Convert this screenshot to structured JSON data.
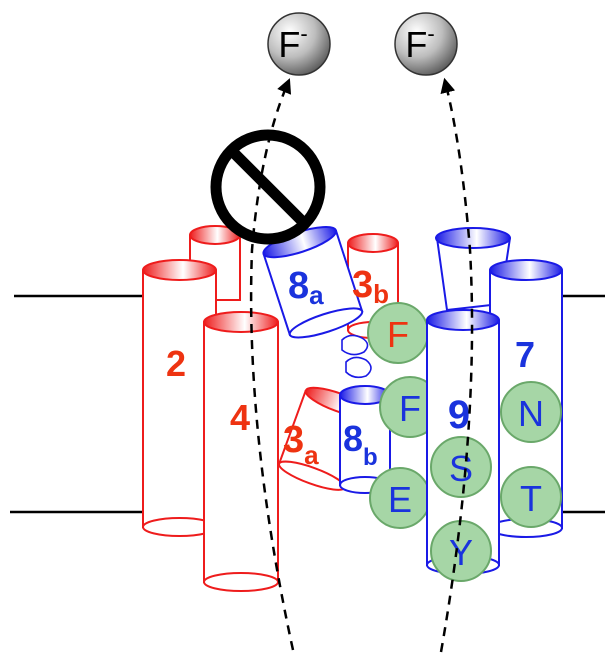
{
  "ions": {
    "left": "F",
    "right": "F",
    "charge": "-"
  },
  "helices": {
    "h2": "2",
    "h4": "4",
    "h3a": "3",
    "h3a_sub": "a",
    "h3b": "3",
    "h3b_sub": "b",
    "h8a": "8",
    "h8a_sub": "a",
    "h8b": "8",
    "h8b_sub": "b",
    "h7": "7",
    "h9": "9"
  },
  "residues": {
    "f_top": "F",
    "f_mid": "F",
    "n": "N",
    "s": "S",
    "e": "E",
    "t": "T",
    "y": "Y"
  },
  "colors": {
    "red_subunit": "#ee1c1c",
    "blue_subunit": "#1a1ae6",
    "residue_fill": "#a6d6a6",
    "residue_stroke": "#6aa86a",
    "label_red": "#ee3311",
    "label_blue": "#1a33dd",
    "ion_gradient_light": "#ffffff",
    "ion_gradient_dark": "#5a5a5a",
    "forbidden_sign": "#000000"
  },
  "icons": [
    "forbidden-sign-icon"
  ]
}
